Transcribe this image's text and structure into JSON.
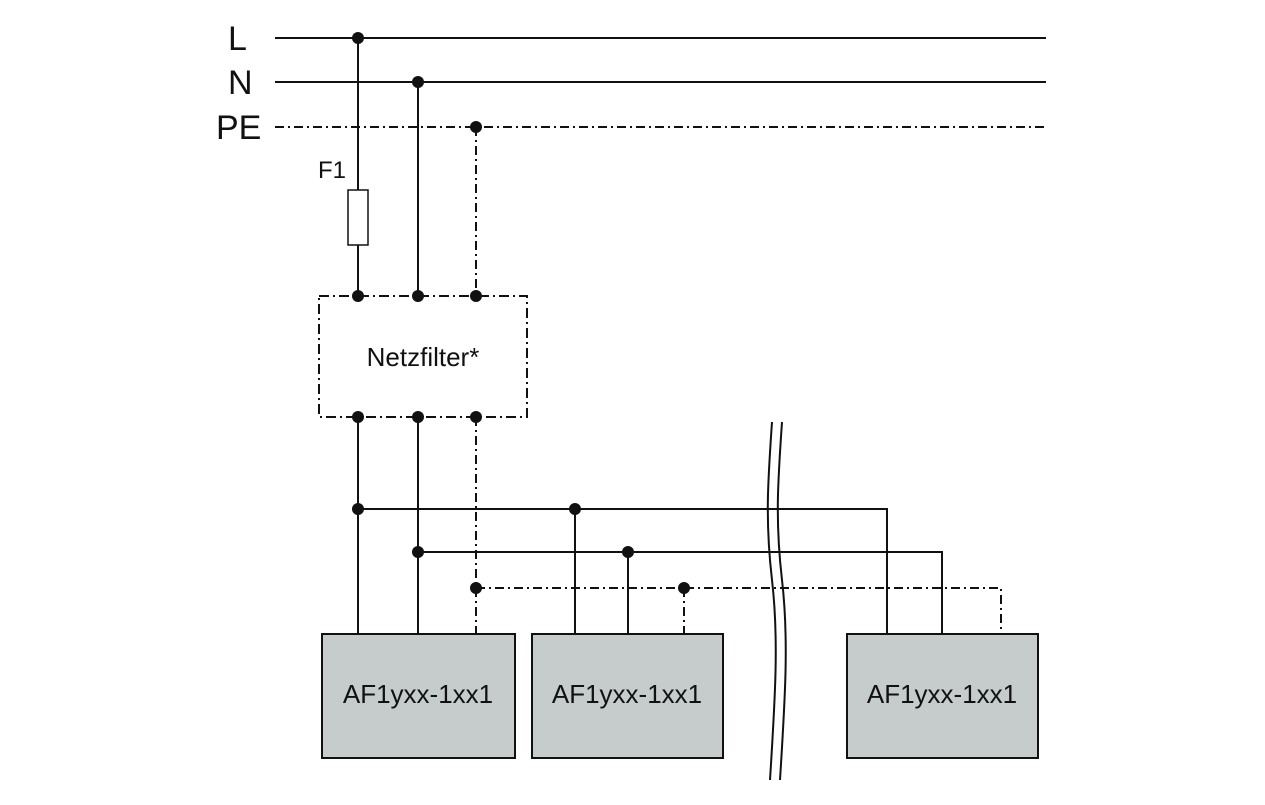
{
  "bus_labels": {
    "line": "L",
    "neutral": "N",
    "earth": "PE"
  },
  "fuse_label": "F1",
  "filter_label": "Netzfilter*",
  "devices": [
    {
      "label": "AF1yxx-1xx1"
    },
    {
      "label": "AF1yxx-1xx1"
    },
    {
      "label": "AF1yxx-1xx1"
    }
  ],
  "colors": {
    "device_fill": "#c6cbcb",
    "line": "#111111",
    "background": "#ffffff"
  }
}
